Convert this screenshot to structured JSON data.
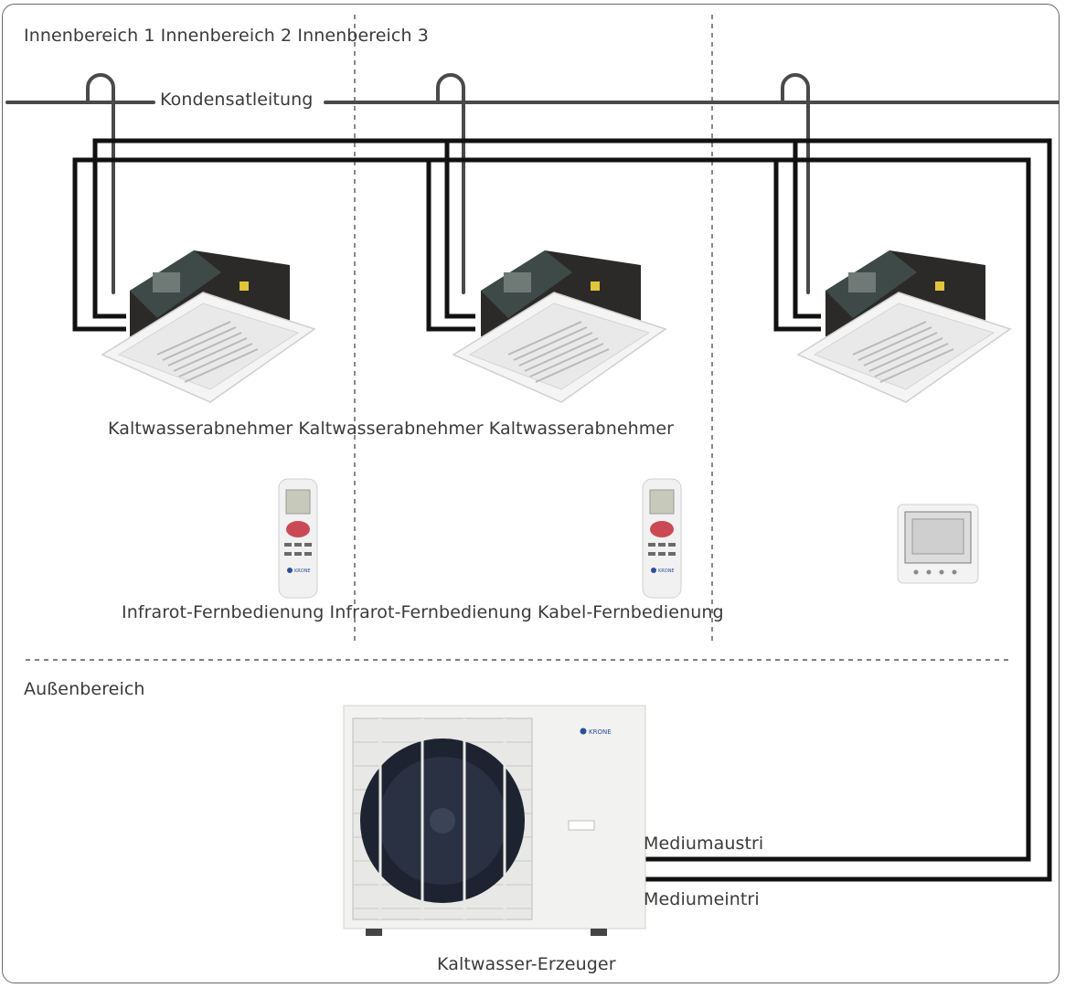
{
  "zones": {
    "indoor_labels": "Innenbereich 1 Innenbereich 2 Innenbereich 3",
    "outdoor_label": "Außenbereich"
  },
  "pipes": {
    "condensate_label": "Kondensatleitung",
    "medium_out_label": "Mediumaustri",
    "medium_in_label": "Mediumeintri"
  },
  "indoor_units": {
    "labels": "Kaltwasserabnehmer Kaltwasserabnehmer Kaltwasserabnehmer"
  },
  "controllers": {
    "labels": "Infrarot-Fernbedienung Infrarot-Fernbedienung Kabel-Fernbedienung",
    "remote_brand": "KRONE"
  },
  "outdoor_unit": {
    "label": "Kaltwasser-Erzeuger",
    "brand": "KRONE"
  }
}
